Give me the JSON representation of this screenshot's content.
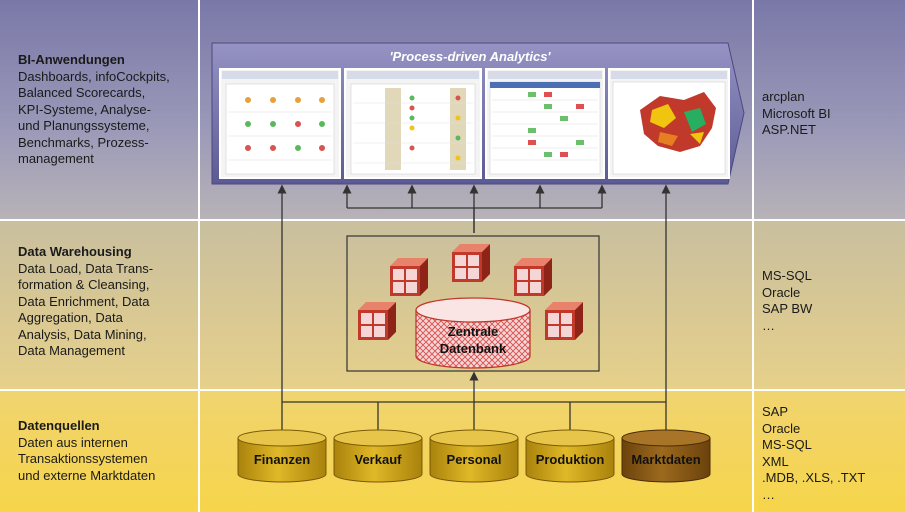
{
  "rows": {
    "bi": {
      "heading": "BI-Anwendungen",
      "body_lines": [
        "Dashboards, infoCockpits,",
        "Balanced Scorecards,",
        "KPI-Systeme, Analyse-",
        "und Planungssysteme,",
        "Benchmarks, Prozess-",
        "management"
      ],
      "tools": [
        "arcplan",
        "Microsoft BI",
        "ASP.NET"
      ]
    },
    "dw": {
      "heading": "Data Warehousing",
      "body_lines": [
        "Data Load, Data Trans-",
        "formation & Cleansing,",
        "Data Enrichment, Data",
        "Aggregation, Data",
        "Analysis, Data Mining,",
        "Data Management"
      ],
      "tools": [
        "MS-SQL",
        "Oracle",
        "SAP BW",
        "…"
      ]
    },
    "ds": {
      "heading": "Datenquellen",
      "body_lines": [
        "Daten aus internen",
        "Transaktionssystemen",
        "und externe Marktdaten"
      ],
      "tools": [
        "SAP",
        "Oracle",
        "MS-SQL",
        "XML",
        ".MDB, .XLS, .TXT",
        "…"
      ]
    }
  },
  "analytics": {
    "title": "'Process-driven Analytics'"
  },
  "database": {
    "label_line1": "Zentrale",
    "label_line2": "Datenbank"
  },
  "sources": [
    {
      "label": "Finanzen",
      "color": "#c9a012"
    },
    {
      "label": "Verkauf",
      "color": "#c9a012"
    },
    {
      "label": "Personal",
      "color": "#c9a012"
    },
    {
      "label": "Produktion",
      "color": "#c9a012"
    },
    {
      "label": "Marktdaten",
      "color": "#8a5a14"
    }
  ],
  "colors": {
    "bi_band": "#7a78a8",
    "dw_band": "#d8c98f",
    "ds_band": "#f7d54a",
    "cube_front": "#c0392b",
    "db_pattern": "#d85050"
  }
}
